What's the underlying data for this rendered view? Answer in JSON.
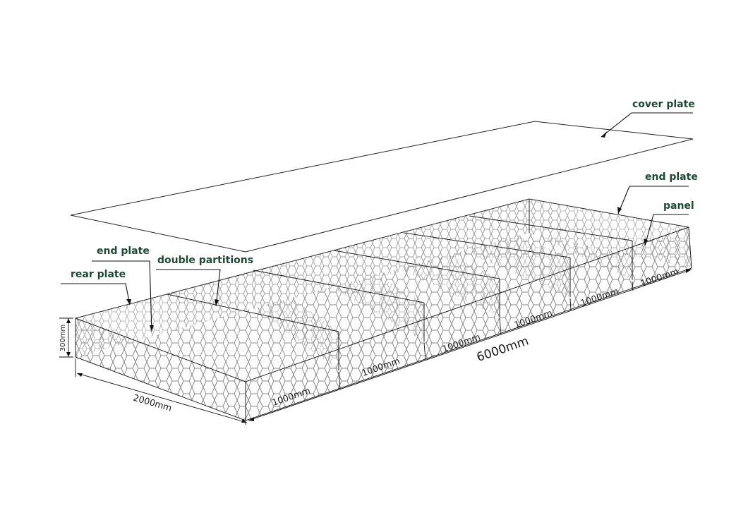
{
  "labels": {
    "cover_plate": "cover plate",
    "end_plate_right": "end plate",
    "panel": "panel",
    "end_plate_left": "end plate",
    "rear_plate": "rear plate",
    "double_partitions": "double partitions"
  },
  "dimensions": {
    "width": "2000mm",
    "height": "300mm",
    "length": "6000mm",
    "segments": [
      "1000mm",
      "1000mm",
      "1000mm",
      "1000mm",
      "1000mm",
      "1000mm"
    ]
  },
  "colors": {
    "label_text": "#1d4a33",
    "mesh": "#8a8a8a",
    "outline": "#222222"
  }
}
